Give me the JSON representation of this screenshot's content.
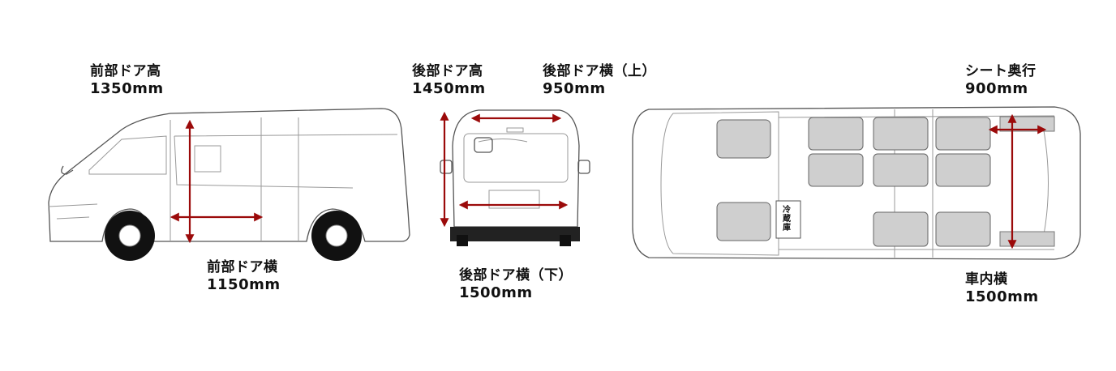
{
  "labels": {
    "front_door_height": {
      "title": "前部ドア高",
      "value": "1350mm"
    },
    "front_door_width": {
      "title": "前部ドア横",
      "value": "1150mm"
    },
    "rear_door_height": {
      "title": "後部ドア高",
      "value": "1450mm"
    },
    "rear_door_width_upper": {
      "title": "後部ドア横（上）",
      "value": "950mm"
    },
    "rear_door_width_lower": {
      "title": "後部ドア横（下）",
      "value": "1500mm"
    },
    "seat_depth": {
      "title": "シート奥行",
      "value": "900mm"
    },
    "interior_width": {
      "title": "車内横",
      "value": "1500mm"
    }
  },
  "fridge_label": "冷蔵庫",
  "colors": {
    "arrow": "#9b0a0a",
    "seat": "#cfcfcf"
  }
}
